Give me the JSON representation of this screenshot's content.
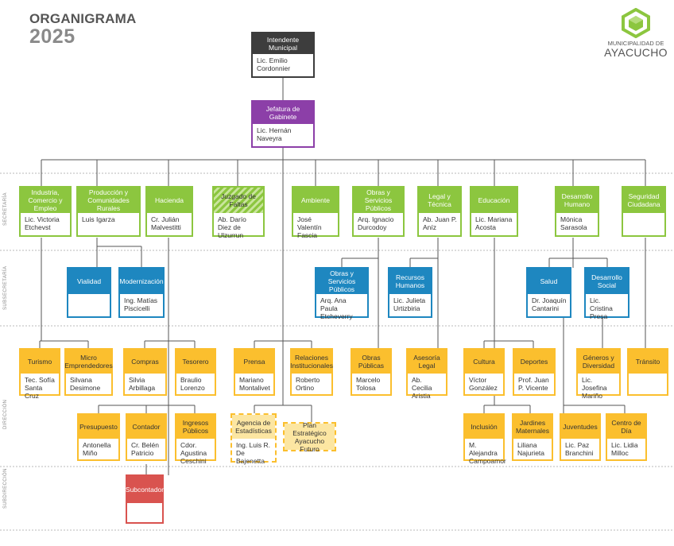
{
  "title": {
    "line1": "ORGANIGRAMA",
    "line2": "2025"
  },
  "logo": {
    "line1": "MUNICIPALIDAD DE",
    "line2": "AYACUCHO"
  },
  "levels": [
    "SECRETARÍA",
    "SUBSECRETARÍA",
    "DIRECCIÓN",
    "SUBDIRECCIÓN"
  ],
  "colors": {
    "secretaria": "#8cc63f",
    "subsecretaria": "#1e87c0",
    "direccion": "#fbbf2e",
    "intendente": "#3d3d3d",
    "jefatura": "#8c3fa8",
    "subdireccion": "#d9534f"
  },
  "nodes": {
    "intendente": {
      "title": "Intendente Municipal",
      "person": "Lic. Emilio Cordonnier"
    },
    "jefatura": {
      "title": "Jefatura de Gabinete",
      "person": "Lic. Hernán Naveyra"
    },
    "industria": {
      "title": "Industria, Comercio y Empleo",
      "person": "Lic. Victoria Etchevst"
    },
    "produccion": {
      "title": "Producción y Comunidades Rurales",
      "person": "Luis Igarza"
    },
    "hacienda": {
      "title": "Hacienda",
      "person": "Cr. Julián Malvestitti"
    },
    "juzgado": {
      "title": "Juzgado de Faltas",
      "person": "Ab. Darío Diez de Ulzurrun"
    },
    "ambiente": {
      "title": "Ambiente",
      "person": "José Valentín Fascia"
    },
    "obras": {
      "title": "Obras y Servicios Públicos",
      "person": "Arq. Ignacio Durcodoy"
    },
    "legal": {
      "title": "Legal y Técnica",
      "person": "Ab. Juan P. Aníz"
    },
    "educacion": {
      "title": "Educación",
      "person": "Lic. Mariana Acosta"
    },
    "desarrollo": {
      "title": "Desarrollo Humano",
      "person": "Mónica Sarasola"
    },
    "seguridad": {
      "title": "Seguridad Ciudadana",
      "person": ""
    },
    "vialidad": {
      "title": "Vialidad",
      "person": ""
    },
    "modernizacion": {
      "title": "Modernización",
      "person": "Ing. Matías Piscicelli"
    },
    "sub_obras": {
      "title": "Obras y Servicios Públicos",
      "person": "Arq. Ana Paula Etcheverry"
    },
    "rrhh": {
      "title": "Recursos Humanos",
      "person": "Lic. Julieta Urtizbiria"
    },
    "salud": {
      "title": "Salud",
      "person": "Dr. Joaquín Cantarini"
    },
    "desarrollo_social": {
      "title": "Desarrollo Social",
      "person": "Lic. Cristina Presa"
    },
    "turismo": {
      "title": "Turismo",
      "person": "Tec. Sofía Santa Cruz"
    },
    "micro": {
      "title": "Micro Emprendedores",
      "person": "Silvana Desimone"
    },
    "compras": {
      "title": "Compras",
      "person": "Silvia Arbillaga"
    },
    "tesorero": {
      "title": "Tesorero",
      "person": "Braulio Lorenzo"
    },
    "prensa": {
      "title": "Prensa",
      "person": "Mariano Montalivet"
    },
    "relaciones": {
      "title": "Relaciones Institucionales",
      "person": "Roberto Ortino"
    },
    "obras_publicas": {
      "title": "Obras Públicas",
      "person": "Marcelo Tolosa"
    },
    "asesoria": {
      "title": "Asesoría Legal",
      "person": "Ab. Cecilia Aristia"
    },
    "cultura": {
      "title": "Cultura",
      "person": "Víctor González"
    },
    "deportes": {
      "title": "Deportes",
      "person": "Prof. Juan P. Vicente"
    },
    "generos": {
      "title": "Géneros y Diversidad",
      "person": "Lic. Josefina Mariño"
    },
    "transito": {
      "title": "Tránsito",
      "person": ""
    },
    "presupuesto": {
      "title": "Presupuesto",
      "person": "Antonella Miño"
    },
    "contador": {
      "title": "Contador",
      "person": "Cr. Belén Patricio"
    },
    "ingresos": {
      "title": "Ingresos Públicos",
      "person": "Cdor. Agustina Ceschini"
    },
    "agencia": {
      "title": "Agencia de Estadísticas",
      "person": "Ing. Luis R. De Bajenetta"
    },
    "plan": {
      "title": "Plan Estratégico Ayacucho Futuro",
      "person": ""
    },
    "inclusion": {
      "title": "Inclusión",
      "person": "M. Alejandra Campoamor"
    },
    "jardines": {
      "title": "Jardines Maternales",
      "person": "Liliana Najurieta"
    },
    "juventudes": {
      "title": "Juventudes",
      "person": "Lic. Paz Branchini"
    },
    "centro_dia": {
      "title": "Centro de Día",
      "person": "Lic. Lidia Milloc"
    },
    "subcontador": {
      "title": "Subcontador",
      "person": ""
    }
  }
}
